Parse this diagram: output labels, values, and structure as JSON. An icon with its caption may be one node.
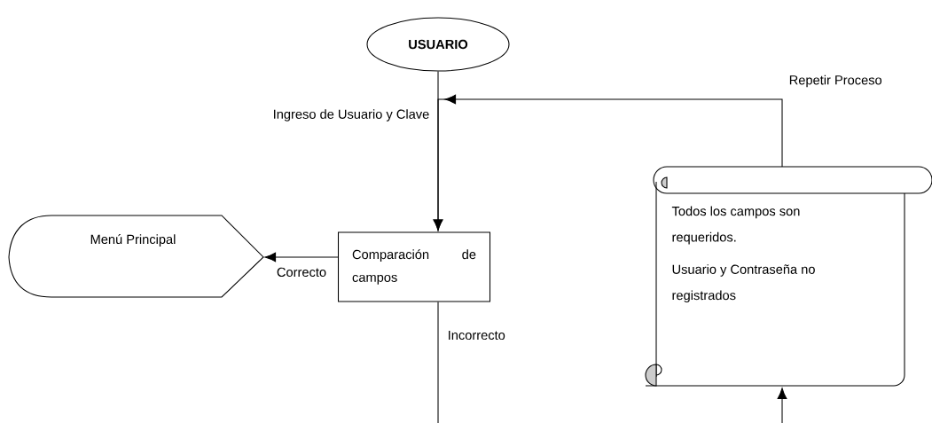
{
  "diagram": {
    "nodes": [
      {
        "text": [
          "USUARIO"
        ]
      },
      {
        "text": [
          "Comparación de campos"
        ]
      },
      {
        "text": [
          "Menú Principal"
        ]
      },
      {
        "text": [
          "Todos los campos son requeridos.",
          "Usuario y Contraseña no registrados"
        ]
      }
    ],
    "edges": [
      {
        "from": 0,
        "to": 1,
        "arrow": "to",
        "label": "Ingreso de Usuario y Clave"
      },
      {
        "from": 1,
        "to": 2,
        "arrow": "to",
        "label": "Correcto"
      },
      {
        "from": 1,
        "to": null,
        "arrow": "none",
        "label": "Incorrecto"
      },
      {
        "from": null,
        "to": 3,
        "arrow": "to"
      },
      {
        "from": 3,
        "to": 1,
        "arrow": "to",
        "label": "Repetir Proceso"
      }
    ]
  }
}
